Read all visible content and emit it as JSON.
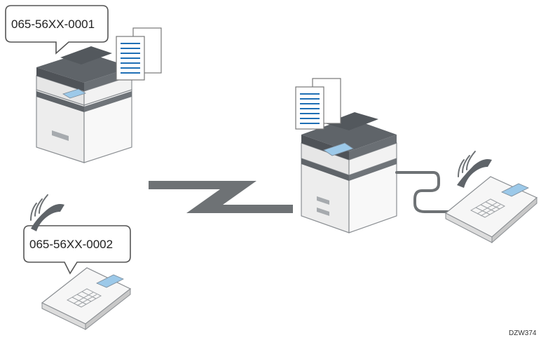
{
  "labels": {
    "sender_fax_number": "065-56XX-0001",
    "receiver_phone_number": "065-56XX-0002",
    "figure_code": "DZW374"
  },
  "colors": {
    "body_white": "#f6f6f6",
    "outline": "#8a8e92",
    "dark_gray": "#5f6469",
    "panel_blue": "#9cc9e9",
    "doc_lines_blue": "#1f6fb5",
    "line_gray": "#6e7275"
  },
  "icons": [
    "fax-machine-icon",
    "document-icon",
    "telephone-icon",
    "handset-icon",
    "ringing-waves-icon",
    "phone-line-icon",
    "speech-bubble-icon"
  ]
}
